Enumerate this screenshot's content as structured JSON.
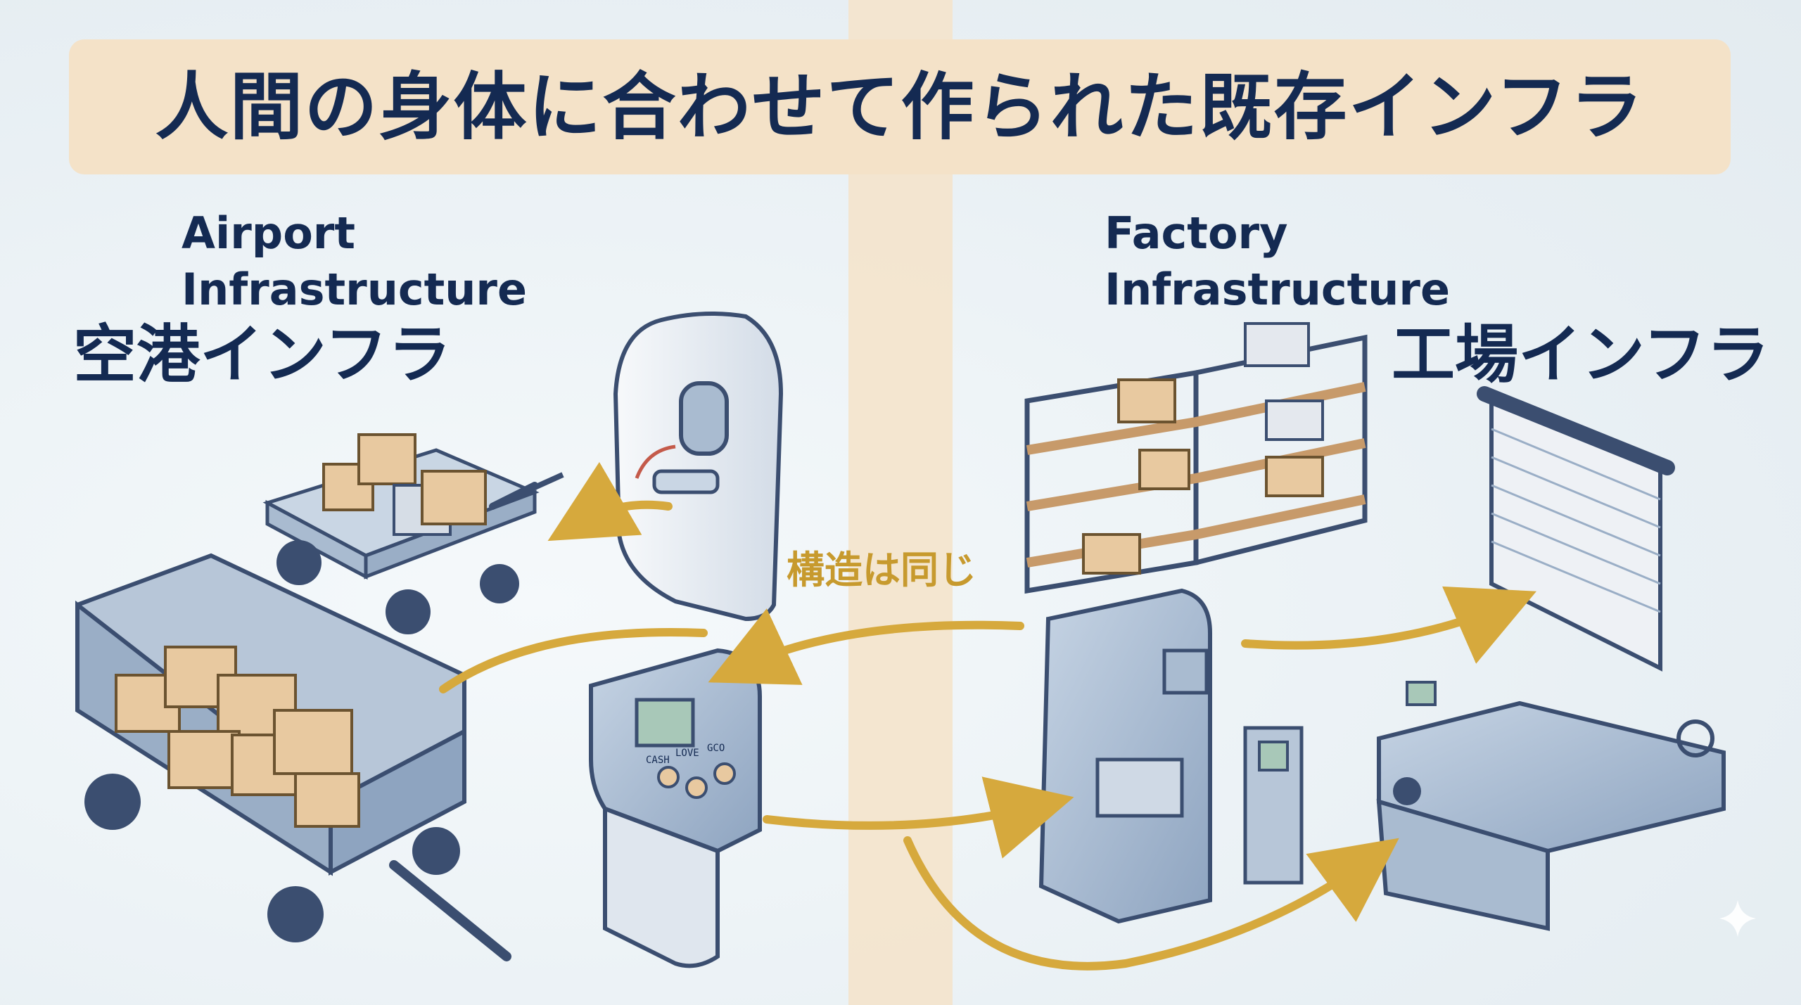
{
  "title": "人間の身体に合わせて作られた既存インフラ",
  "airport": {
    "label_en": "Airport Infrastructure",
    "label_jp": "空港インフラ",
    "kiosk_labels": [
      "CASH",
      "LOVE",
      "GCO"
    ]
  },
  "factory": {
    "label_en": "Factory Infrastructure",
    "label_jp": "工場インフラ"
  },
  "center_label": "構造は同じ",
  "colors": {
    "title_text": "#142a52",
    "banner_bg": "#f4e2c8",
    "divider": "#f4e3c9",
    "arrow": "#d6a93d",
    "center_label": "#c79a2e",
    "steel": "#9fb3cc",
    "box": "#e8c9a0"
  },
  "icons": [
    "sparkle-icon"
  ]
}
